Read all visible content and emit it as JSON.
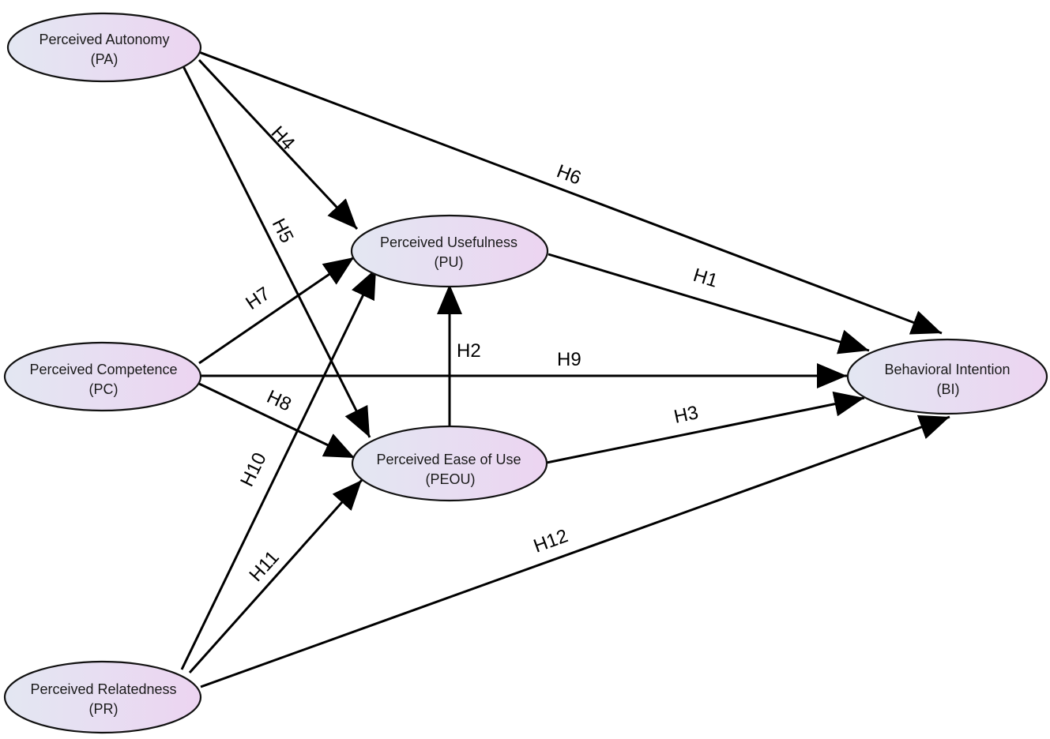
{
  "nodes": {
    "pa": {
      "line1": "Perceived Autonomy",
      "line2": "(PA)"
    },
    "pc": {
      "line1": "Perceived Competence",
      "line2": "(PC)"
    },
    "pr": {
      "line1": "Perceived Relatedness",
      "line2": "(PR)"
    },
    "pu": {
      "line1": "Perceived Usefulness",
      "line2": "(PU)"
    },
    "peou": {
      "line1": "Perceived Ease of Use",
      "line2": "(PEOU)"
    },
    "bi": {
      "line1": "Behavioral Intention",
      "line2": "(BI)"
    }
  },
  "edges": {
    "h1": {
      "label": "H1",
      "from": "PU",
      "to": "BI"
    },
    "h2": {
      "label": "H2",
      "from": "PEOU",
      "to": "PU"
    },
    "h3": {
      "label": "H3",
      "from": "PEOU",
      "to": "BI"
    },
    "h4": {
      "label": "H4",
      "from": "PA",
      "to": "PU"
    },
    "h5": {
      "label": "H5",
      "from": "PA",
      "to": "PEOU"
    },
    "h6": {
      "label": "H6",
      "from": "PA",
      "to": "BI"
    },
    "h7": {
      "label": "H7",
      "from": "PC",
      "to": "PU"
    },
    "h8": {
      "label": "H8",
      "from": "PC",
      "to": "PEOU"
    },
    "h9": {
      "label": "H9",
      "from": "PC",
      "to": "BI"
    },
    "h10": {
      "label": "H10",
      "from": "PR",
      "to": "PU"
    },
    "h11": {
      "label": "H11",
      "from": "PR",
      "to": "PEOU"
    },
    "h12": {
      "label": "H12",
      "from": "PR",
      "to": "BI"
    }
  },
  "colors": {
    "node_fill_left": "#e3e7f2",
    "node_fill_right": "#ecd4f1",
    "stroke": "#000000"
  }
}
